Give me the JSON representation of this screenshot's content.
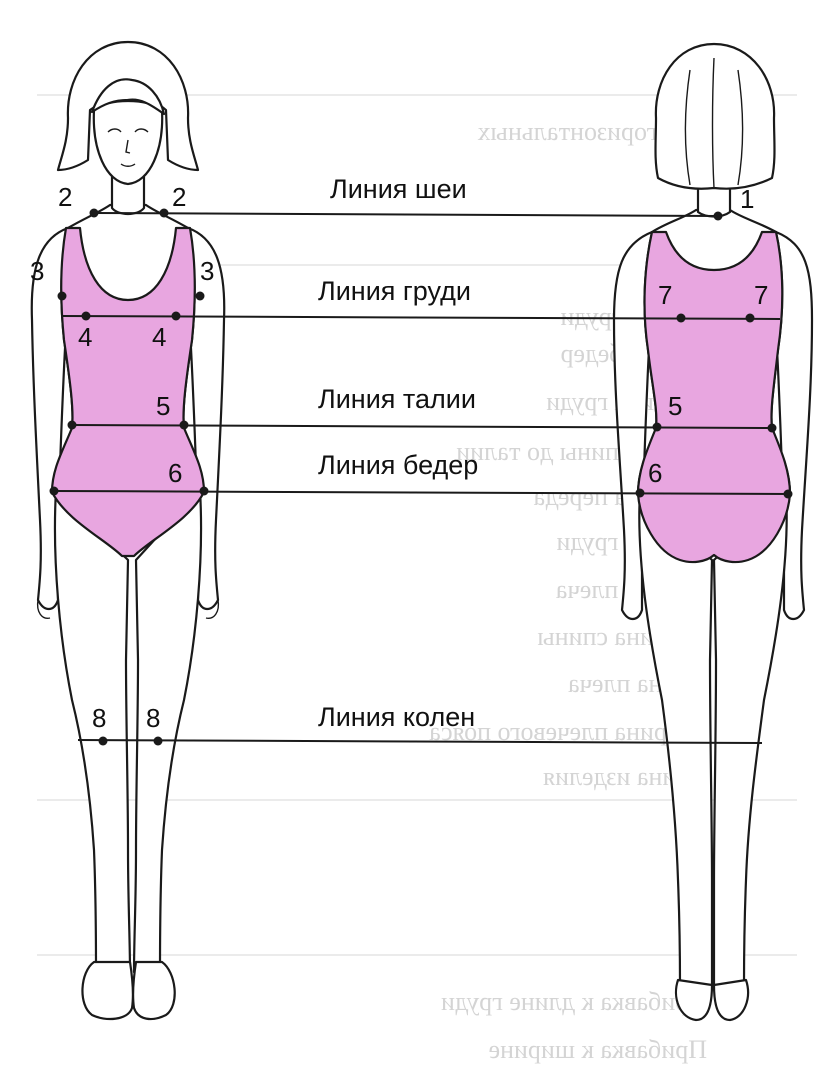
{
  "figure": {
    "lines": [
      {
        "id": "neck",
        "label": "Линия шеи"
      },
      {
        "id": "chest",
        "label": "Линия груди"
      },
      {
        "id": "waist",
        "label": "Линия талии"
      },
      {
        "id": "hips",
        "label": "Линия бедер"
      },
      {
        "id": "knees",
        "label": "Линия колен"
      }
    ],
    "points": {
      "p1": "1",
      "p2": "2",
      "p3": "3",
      "p4": "4",
      "p5": "5",
      "p6": "6",
      "p7": "7",
      "p8": "8"
    },
    "colors": {
      "swimsuit": "#e8a6e0",
      "outline": "#1a1a1a",
      "background": "#ffffff",
      "show_through_text": "#d0d0d0"
    },
    "background_text": [
      "Название горизонтальных",
      "Обхват груди",
      "Обхват бедер",
      "Ширина груди",
      "Длина спины до талии",
      "Ширина переда",
      "Высота груди",
      "Высота плеча",
      "Ширина спины",
      "Длина плеча",
      "Ширина плечевого пояса",
      "Длина изделия",
      "Прибавка к длине груди",
      "Прибавка к ширине"
    ]
  }
}
